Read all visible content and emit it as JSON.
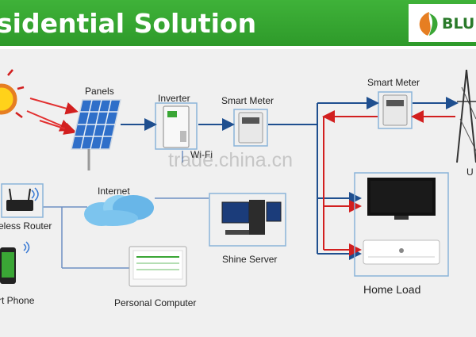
{
  "header": {
    "title": "sidential Solution",
    "logo_text": "BLU"
  },
  "labels": {
    "panels": "Panels",
    "inverter": "Inverter",
    "wifi": "Wi-Fi",
    "smart_meter_1": "Smart Meter",
    "smart_meter_2": "Smart Meter",
    "utility": "U",
    "internet": "Internet",
    "router": "eless Router",
    "shine_server": "Shine Server",
    "phone": "rt Phone",
    "personal_computer": "Personal Computer",
    "home_load": "Home Load"
  },
  "watermark": "trade.china.cn",
  "colors": {
    "header": "#34a532",
    "power_flow": "#1f4f8f",
    "grid_feed": "#d21f1f",
    "box_border": "#8bb4d9"
  }
}
